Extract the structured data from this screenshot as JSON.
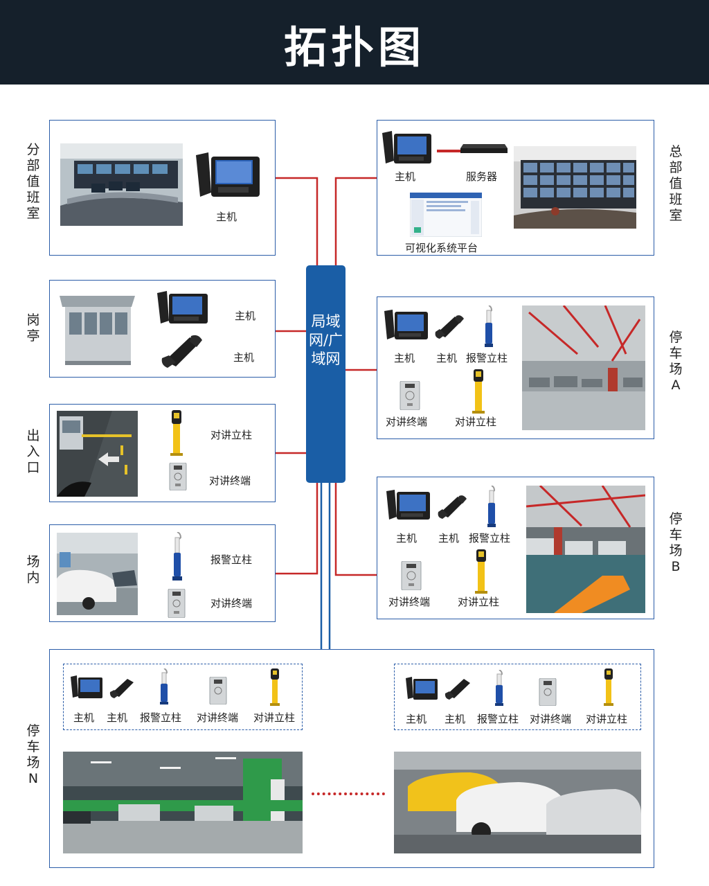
{
  "title": "拓扑图",
  "hub": {
    "label": "局域网/广域网"
  },
  "sections": {
    "branch_duty": {
      "label": "分部值班室",
      "items": [
        "主机"
      ]
    },
    "guard_booth": {
      "label": "岗亭",
      "items": [
        "主机",
        "主机"
      ]
    },
    "entrance": {
      "label": "出入口",
      "items": [
        "对讲立柱",
        "对讲终端"
      ]
    },
    "inside": {
      "label": "场内",
      "items": [
        "报警立柱",
        "对讲终端"
      ]
    },
    "hq_duty": {
      "label": "总部值班室",
      "items": [
        "主机",
        "服务器",
        "可视化系统平台"
      ]
    },
    "lot_a": {
      "label": "停车场A",
      "items": [
        "主机",
        "主机",
        "报警立柱",
        "对讲终端",
        "对讲立柱"
      ]
    },
    "lot_b": {
      "label": "停车场B",
      "items": [
        "主机",
        "主机",
        "报警立柱",
        "对讲终端",
        "对讲立柱"
      ]
    },
    "lot_n": {
      "label": "停车场N",
      "group1": [
        "主机",
        "主机",
        "报警立柱",
        "对讲终端",
        "对讲立柱"
      ],
      "group2": [
        "主机",
        "主机",
        "报警立柱",
        "对讲终端",
        "对讲立柱"
      ]
    }
  },
  "colors": {
    "header": "#15202b",
    "box_border": "#2a5ca8",
    "hub": "#1a5ea6",
    "line_red": "#c62828",
    "line_blue": "#1a5ea6"
  }
}
